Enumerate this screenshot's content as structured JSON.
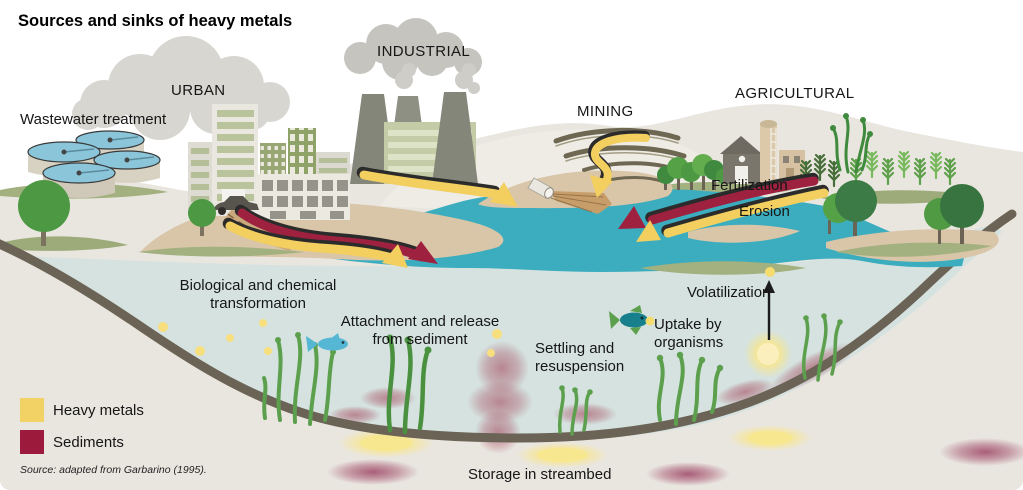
{
  "title": "Sources and sinks of heavy metals",
  "source_labels": {
    "wastewater": "Wastewater treatment",
    "urban": "URBAN",
    "industrial": "INDUSTRIAL",
    "mining": "MINING",
    "agricultural": "AGRICULTURAL"
  },
  "flow_labels": {
    "fertilization": "Fertilization",
    "erosion": "Erosion"
  },
  "process_labels": {
    "bio_transformation": "Biological and chemical transformation",
    "attachment_release": "Attachment and release from sediment",
    "settling": "Settling and resuspension",
    "uptake": "Uptake by organisms",
    "volatilization": "Volatilization",
    "storage": "Storage in streambed"
  },
  "legend": {
    "items": [
      {
        "label": "Heavy metals",
        "color": "#f2d264"
      },
      {
        "label": "Sediments",
        "color": "#9c1b3c"
      }
    ]
  },
  "source_note": "Source: adapted from Garbarino (1995).",
  "colors": {
    "surface_water": "#3cadbf",
    "deep_water": "#d5e2df",
    "streambed": "#6b6456",
    "land": "#e9e6e0",
    "sand": "#d9c5a7",
    "heavy_metals_arrow": "#f2cf5e",
    "sediments_arrow": "#9e2140"
  }
}
